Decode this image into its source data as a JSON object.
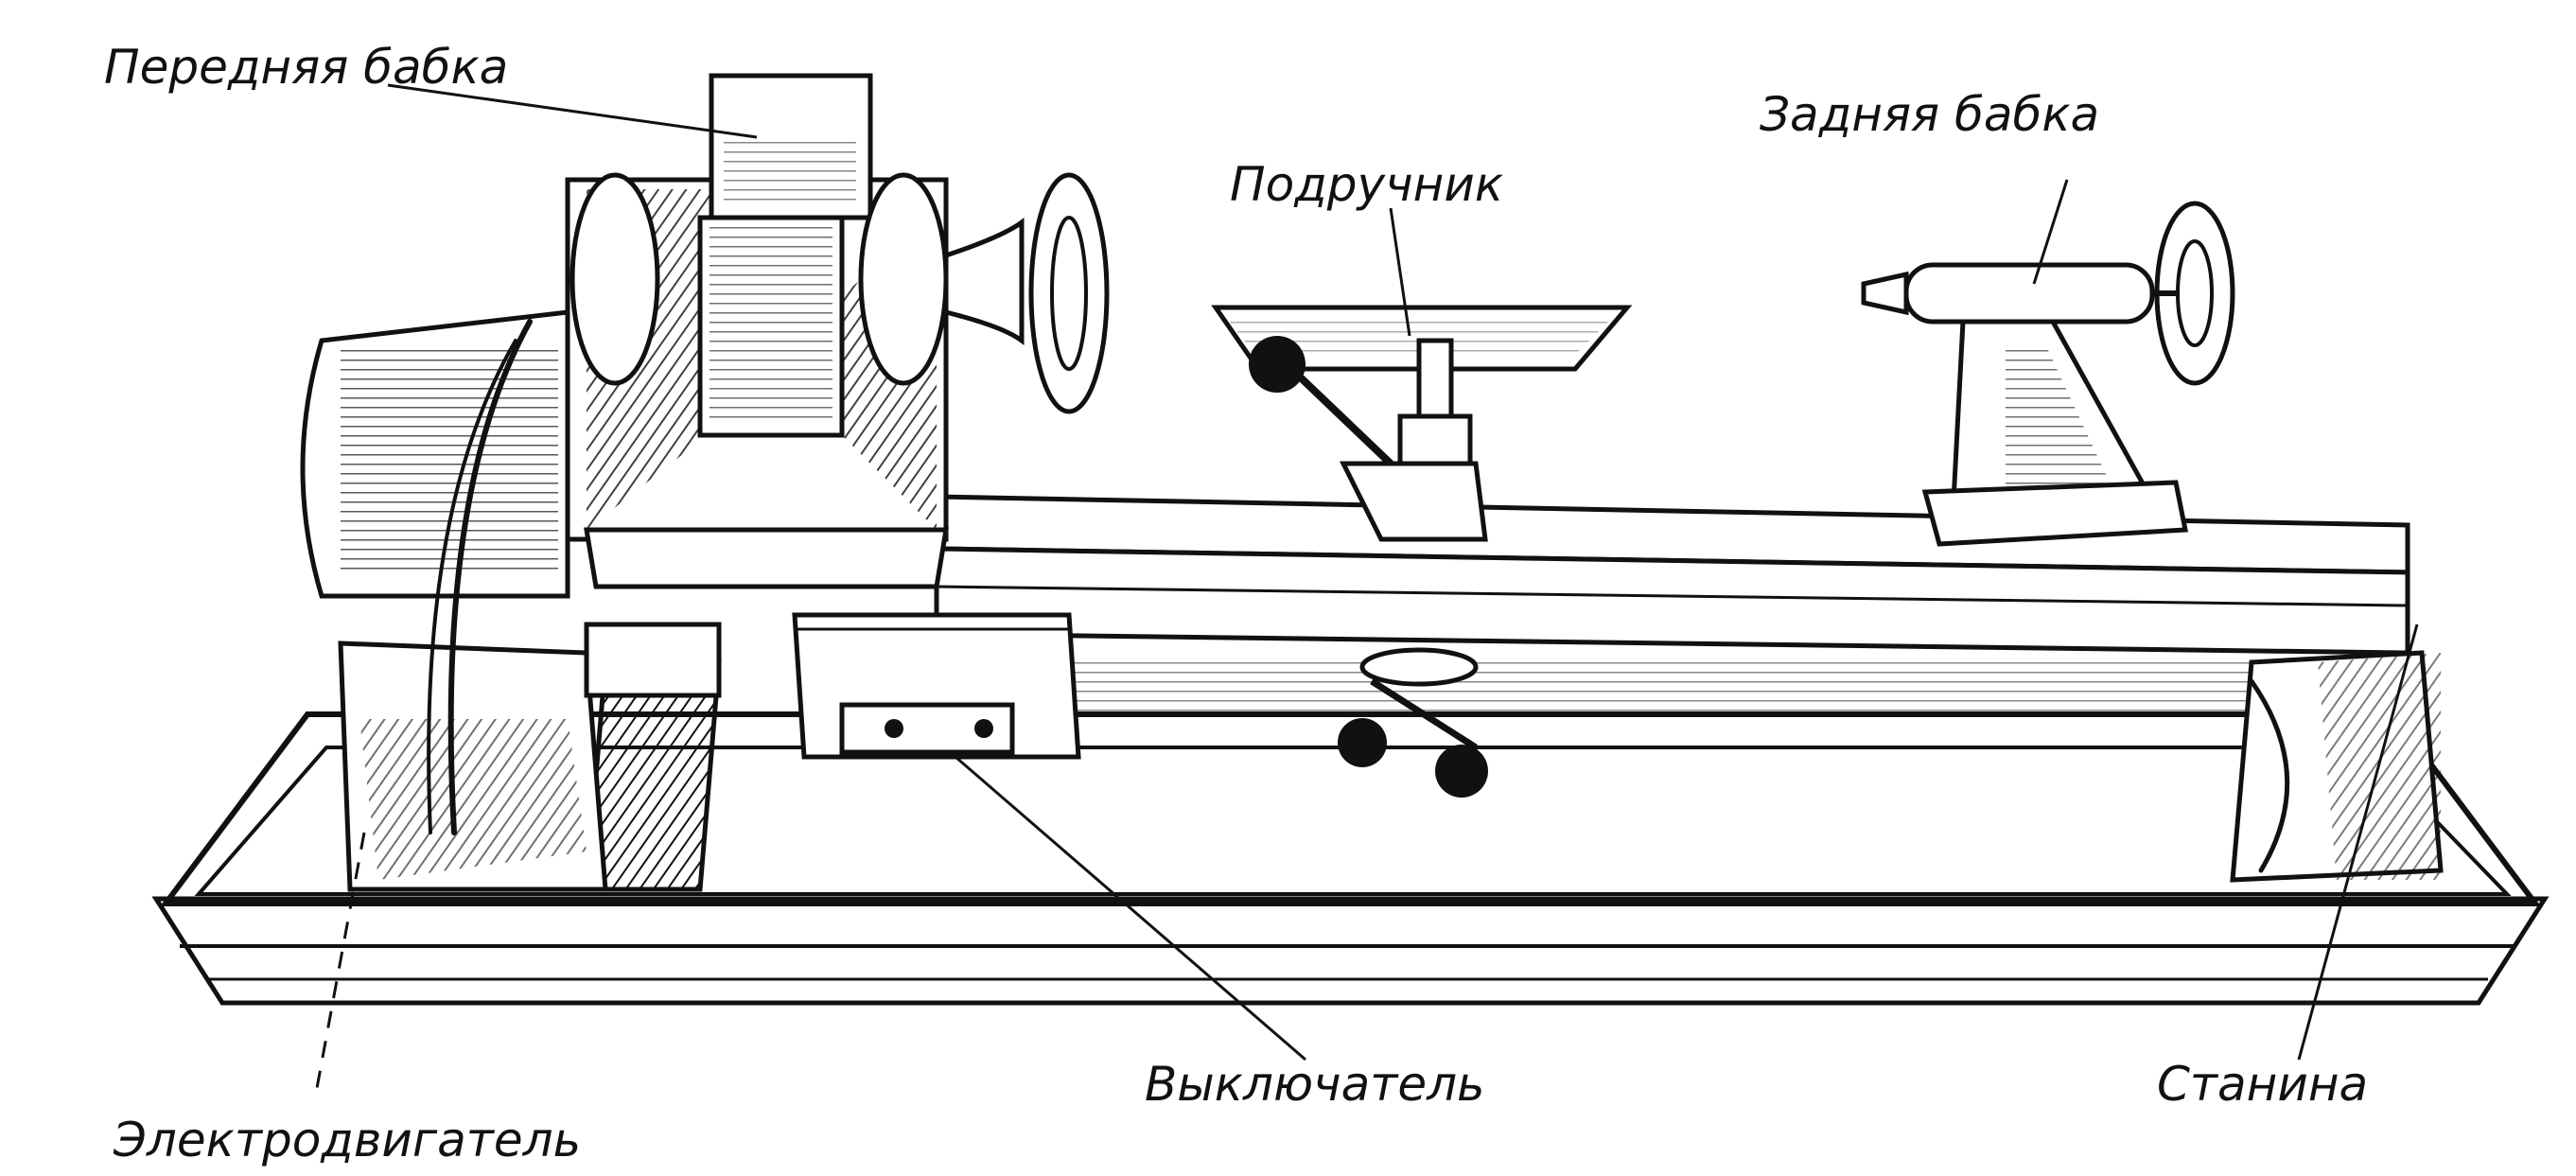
{
  "labels": {
    "headstock": "Передняя бабка",
    "tool_rest": "Подручник",
    "tailstock": "Задняя бабка",
    "motor": "Электродвигатель",
    "switch": "Выключатель",
    "bed": "Станина"
  },
  "colors": {
    "ink": "#111111",
    "paper": "#ffffff"
  }
}
